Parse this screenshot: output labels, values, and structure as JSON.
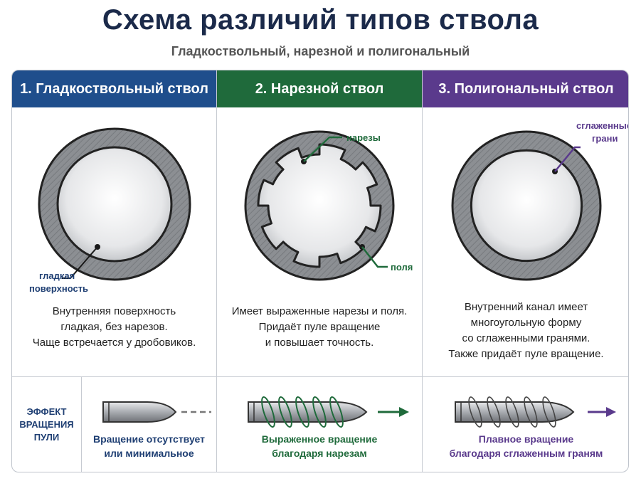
{
  "title": "Схема различий типов ствола",
  "subtitle": "Гладкоствольный, нарезной и полигональный",
  "colors": {
    "smooth": "#1f4e8c",
    "rifled": "#1f6a3b",
    "polygonal": "#5a3a8c",
    "title": "#1b2a4a"
  },
  "panels": [
    {
      "heading": "1. Гладкоствольный ствол",
      "callout": [
        "гладкая",
        "поверхность"
      ],
      "description": [
        "Внутренняя поверхность",
        "гладкая, без нарезов.",
        "Чаще встречается у дробовиков."
      ]
    },
    {
      "heading": "2. Нарезной ствол",
      "callout_top": "нарезы",
      "callout_bottom": "поля",
      "description": [
        "Имеет выраженные нарезы и поля.",
        "Придаёт пуле вращение",
        "и повышает точность."
      ]
    },
    {
      "heading": "3. Полигональный ствол",
      "callout": [
        "сглаженные",
        "грани"
      ],
      "description": [
        "Внутренний канал имеет",
        "многоугольную форму",
        "со сглаженными гранями.",
        "Также придаёт пуле вращение."
      ]
    }
  ],
  "effect": {
    "label": [
      "ЭФФЕКТ",
      "ВРАЩЕНИЯ",
      "ПУЛИ"
    ],
    "items": [
      {
        "caption": [
          "Вращение отсутствует",
          "или минимальное"
        ]
      },
      {
        "caption": [
          "Выраженное вращение",
          "благодаря нарезам"
        ]
      },
      {
        "caption": [
          "Плавное вращение",
          "благодаря сглаженным граням"
        ]
      }
    ]
  }
}
